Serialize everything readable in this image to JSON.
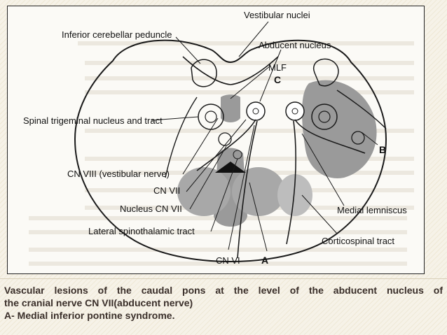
{
  "labels": {
    "inferior_cerebellar_peduncle": "Inferior cerebellar peduncle",
    "vestibular_nuclei": "Vestibular nuclei",
    "abducent_nucleus": "Abducent nucleus",
    "mlf": "MLF",
    "c": "C",
    "spinal_trigeminal": "Spinal trigeminal nucleus and tract",
    "b": "B",
    "cn_viii": "CN VIII (vestibular nerve)",
    "cn_vii": "CN VII",
    "nucleus_cn_vii": "Nucleus CN VII",
    "medial_lemniscus": "Medial lemniscus",
    "lateral_spinothalamic": "Lateral spinothalamic tract",
    "corticospinal": "Corticospinal tract",
    "cn_vi": "CN VI",
    "a": "A"
  },
  "caption": {
    "line1": "Vascular lesions of the caudal pons at the level of the abducent nucleus of",
    "line2": "the cranial nerve CN VII(abducent nerve)",
    "line3": "A- Medial inferior pontine syndrome."
  },
  "colors": {
    "lesion_fill": "#9a9a9a",
    "outline": "#1a1a1a",
    "caption_text": "#3a2f2a"
  }
}
